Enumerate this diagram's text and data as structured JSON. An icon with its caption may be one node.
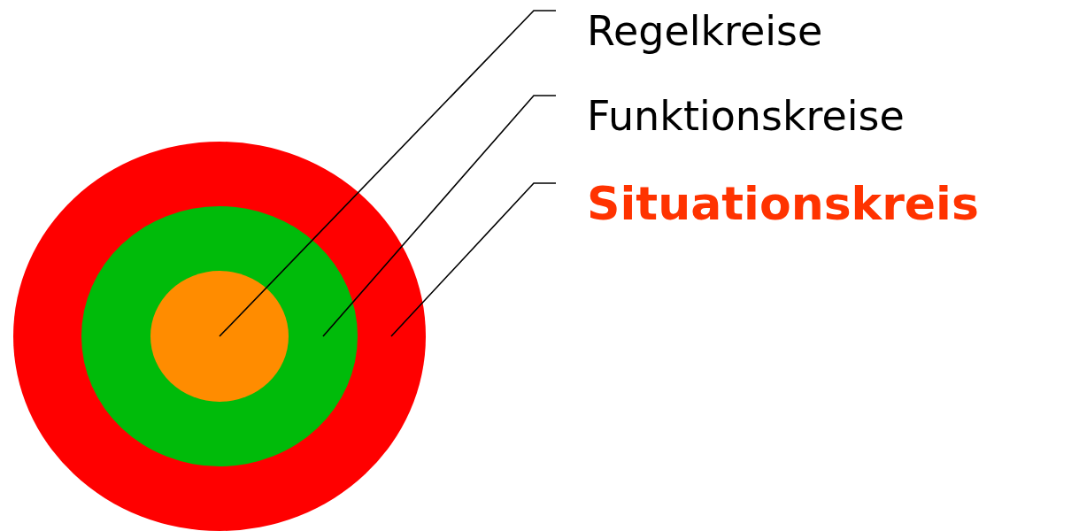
{
  "diagram": {
    "nodes": [
      {
        "text": [
          "Regelkreise"
        ]
      },
      {
        "text": [
          "Funktionskreise"
        ]
      },
      {
        "text": [
          "Situationskreis"
        ]
      },
      {
        "text": [],
        "shape": "circle"
      },
      {
        "text": [],
        "shape": "circle",
        "in": 3
      },
      {
        "text": [],
        "shape": "circle",
        "in": 4
      }
    ],
    "edges": [
      {
        "from": 0,
        "to": 5,
        "arrow": "none"
      },
      {
        "from": 1,
        "to": 4,
        "arrow": "none"
      },
      {
        "from": 2,
        "to": 3,
        "arrow": "none"
      }
    ]
  }
}
